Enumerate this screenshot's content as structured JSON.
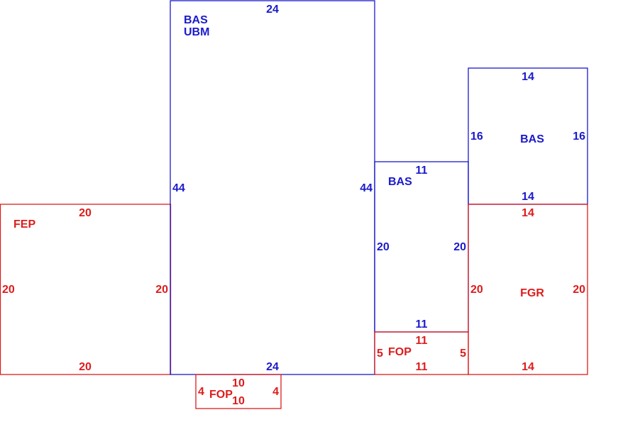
{
  "sketch": {
    "colors": {
      "living": "#1a1acc",
      "other": "#dd1c1c",
      "background": "#ffffff"
    },
    "main": {
      "label_1": "BAS",
      "label_2": "UBM",
      "top": "24",
      "bottom": "24",
      "left": "44",
      "right": "44"
    },
    "fep": {
      "label": "FEP",
      "top": "20",
      "bottom": "20",
      "left": "20",
      "right": "20"
    },
    "bas_middle": {
      "label": "BAS",
      "top": "11",
      "bottom": "11",
      "left": "20",
      "right": "20"
    },
    "bas_right": {
      "label": "BAS",
      "top": "14",
      "bottom": "14",
      "left": "16",
      "right": "16"
    },
    "fgr": {
      "label": "FGR",
      "top": "14",
      "bottom": "14",
      "left": "20",
      "right": "20"
    },
    "fop_right": {
      "label": "FOP",
      "top": "11",
      "bottom": "11",
      "left": "5",
      "right": "5"
    },
    "fop_bottom": {
      "label": "FOP",
      "top": "10",
      "bottom": "10",
      "left": "4",
      "right": "4"
    }
  }
}
